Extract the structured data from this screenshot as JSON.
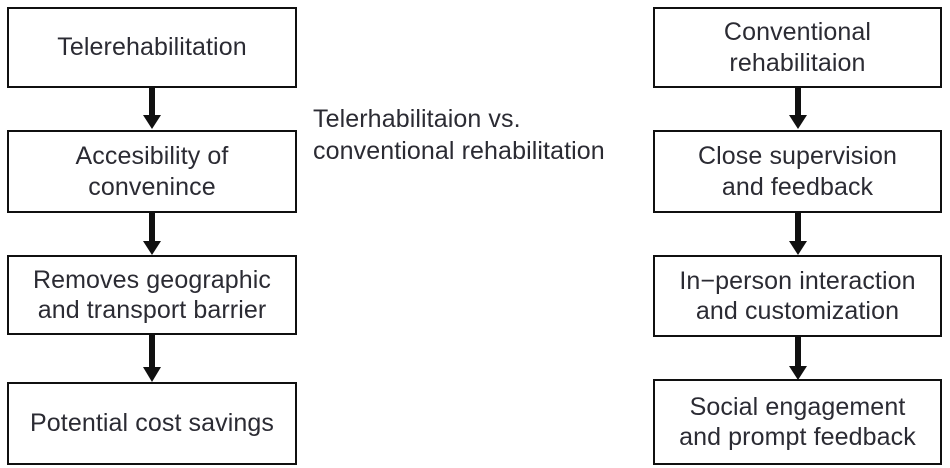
{
  "diagram": {
    "type": "flowchart",
    "title": "Telerhabilitaion vs. conventional rehabilitation",
    "center_note": "Telerhabilitaion vs.\nconventional rehabilitation",
    "background_color": "#ffffff",
    "box_border_color": "#101010",
    "text_color": "#2b2b33",
    "arrow_color": "#101010",
    "columns": [
      {
        "id": "telerehabilitation",
        "name": "left-column",
        "nodes": [
          {
            "id": "left-node-1",
            "label": "Telerehabilitation"
          },
          {
            "id": "left-node-2",
            "label": "Accesibility of\nconvenince"
          },
          {
            "id": "left-node-3",
            "label": "Removes geographic\nand transport barrier"
          },
          {
            "id": "left-node-4",
            "label": "Potential cost savings"
          }
        ],
        "connectors": [
          {
            "id": "left-arrow-1",
            "from": "left-node-1",
            "to": "left-node-2",
            "icon": "down-arrow-icon"
          },
          {
            "id": "left-arrow-2",
            "from": "left-node-2",
            "to": "left-node-3",
            "icon": "down-arrow-icon"
          },
          {
            "id": "left-arrow-3",
            "from": "left-node-3",
            "to": "left-node-4",
            "icon": "down-arrow-icon"
          }
        ]
      },
      {
        "id": "conventional-rehabilitation",
        "name": "right-column",
        "nodes": [
          {
            "id": "right-node-1",
            "label": "Conventional\nrehabilitaion"
          },
          {
            "id": "right-node-2",
            "label": "Close supervision\nand feedback"
          },
          {
            "id": "right-node-3",
            "label": "In−person interaction\nand customization"
          },
          {
            "id": "right-node-4",
            "label": "Social engagement\nand prompt feedback"
          }
        ],
        "connectors": [
          {
            "id": "right-arrow-1",
            "from": "right-node-1",
            "to": "right-node-2",
            "icon": "down-arrow-icon"
          },
          {
            "id": "right-arrow-2",
            "from": "right-node-2",
            "to": "right-node-3",
            "icon": "down-arrow-icon"
          },
          {
            "id": "right-arrow-3",
            "from": "right-node-3",
            "to": "right-node-4",
            "icon": "down-arrow-icon"
          }
        ]
      }
    ]
  }
}
